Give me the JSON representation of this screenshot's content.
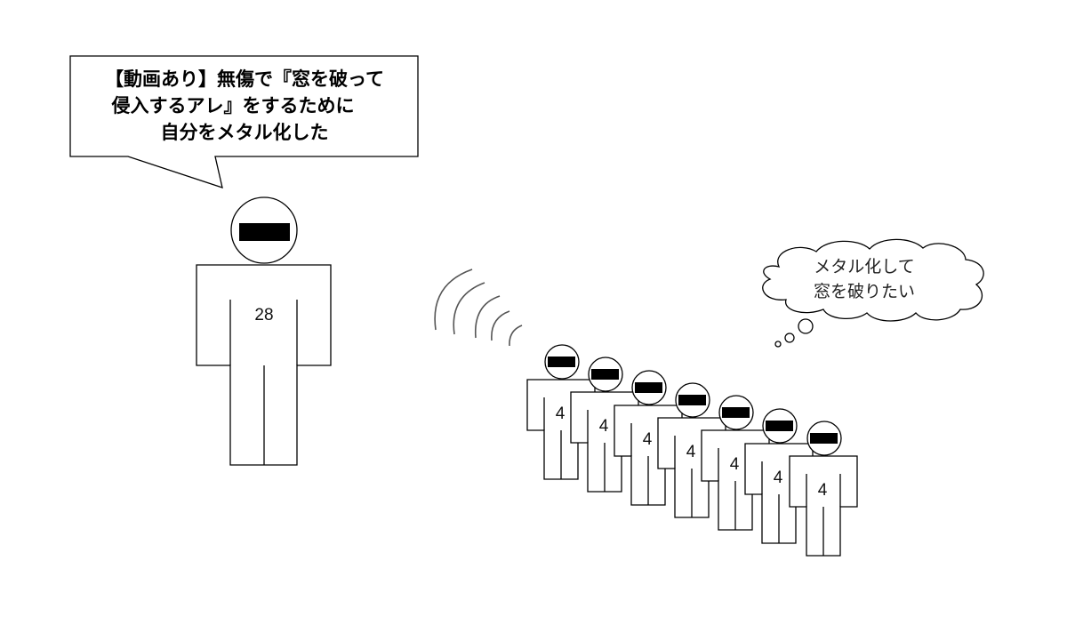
{
  "callout": {
    "lines": [
      "【動画あり】無傷で『窓を破って",
      "侵入するアレ』をするために",
      "自分をメタル化した"
    ]
  },
  "main_figure": {
    "label": "28"
  },
  "thought_cloud": {
    "lines": [
      "メタル化して",
      "窓を破りたい"
    ]
  },
  "followers": [
    {
      "label": "4"
    },
    {
      "label": "4"
    },
    {
      "label": "4"
    },
    {
      "label": "4"
    },
    {
      "label": "4"
    },
    {
      "label": "4"
    },
    {
      "label": "4"
    }
  ],
  "icons": {
    "signal_waves": "signal-waves-icon"
  },
  "colors": {
    "background": "#ffffff",
    "stroke": "#000000",
    "waves": "#555555"
  }
}
